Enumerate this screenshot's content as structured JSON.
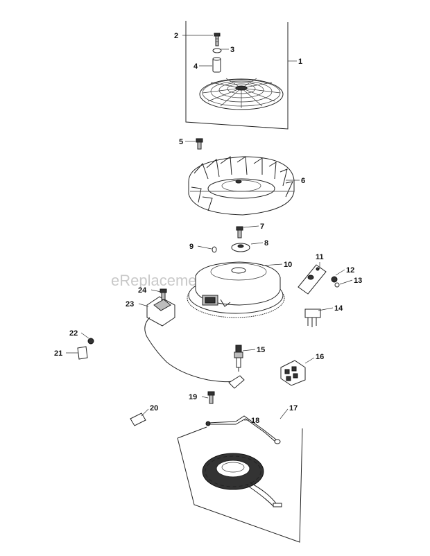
{
  "watermark": "eReplacementParts.com",
  "callouts": [
    {
      "id": "c1",
      "label": "1"
    },
    {
      "id": "c2",
      "label": "2"
    },
    {
      "id": "c3",
      "label": "3"
    },
    {
      "id": "c4",
      "label": "4"
    },
    {
      "id": "c5",
      "label": "5"
    },
    {
      "id": "c6",
      "label": "6"
    },
    {
      "id": "c7",
      "label": "7"
    },
    {
      "id": "c8",
      "label": "8"
    },
    {
      "id": "c9",
      "label": "9"
    },
    {
      "id": "c10",
      "label": "10"
    },
    {
      "id": "c11",
      "label": "11"
    },
    {
      "id": "c12",
      "label": "12"
    },
    {
      "id": "c13",
      "label": "13"
    },
    {
      "id": "c14",
      "label": "14"
    },
    {
      "id": "c15",
      "label": "15"
    },
    {
      "id": "c16",
      "label": "16"
    },
    {
      "id": "c17",
      "label": "17"
    },
    {
      "id": "c18",
      "label": "18"
    },
    {
      "id": "c19",
      "label": "19"
    },
    {
      "id": "c20",
      "label": "20"
    },
    {
      "id": "c21",
      "label": "21"
    },
    {
      "id": "c22",
      "label": "22"
    },
    {
      "id": "c23",
      "label": "23"
    },
    {
      "id": "c24",
      "label": "24"
    }
  ]
}
